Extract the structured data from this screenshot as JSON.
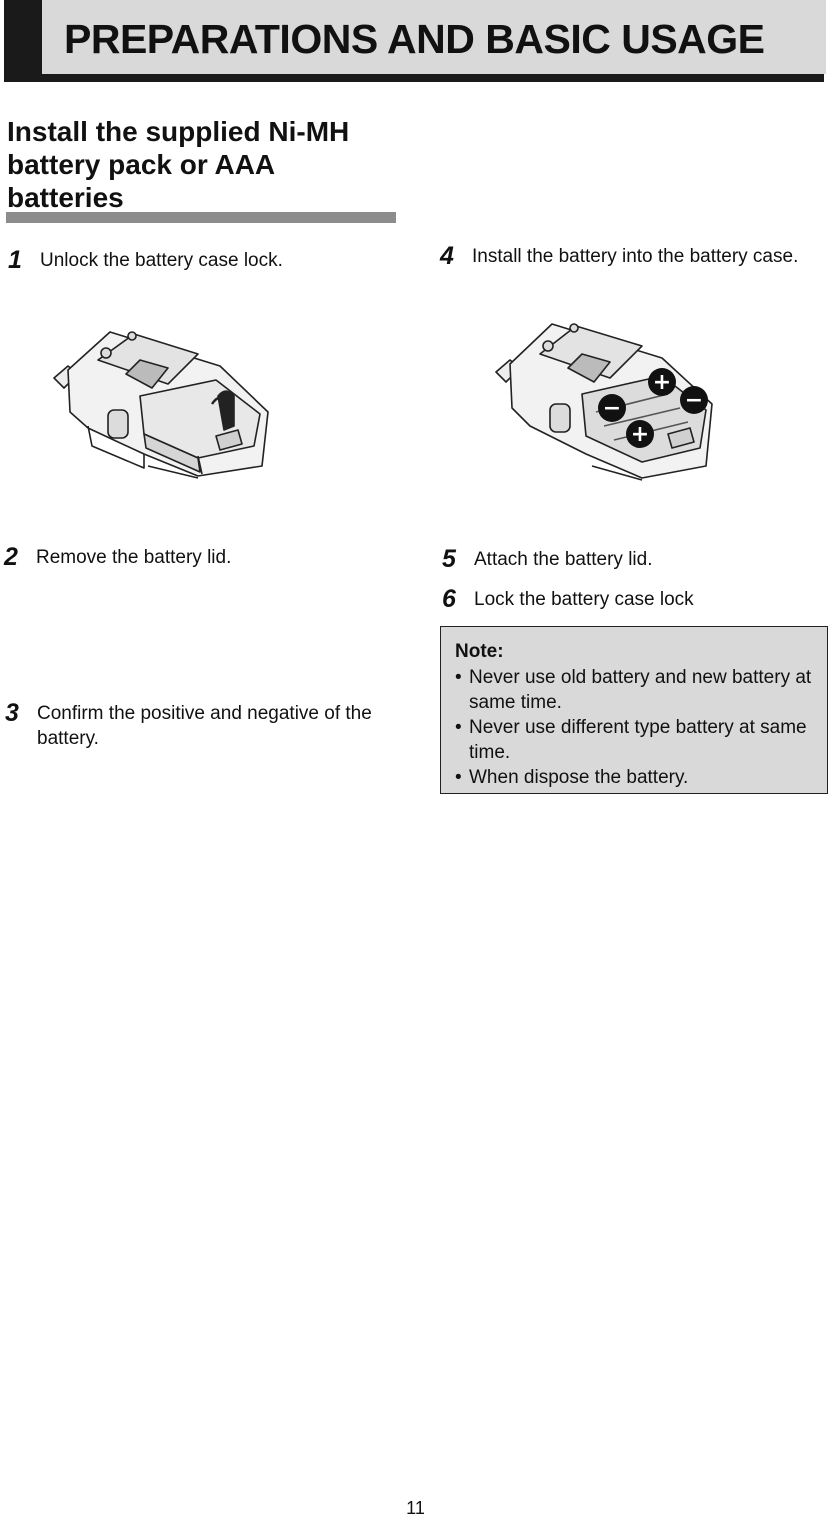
{
  "header": {
    "title": "PREPARATIONS AND BASIC USAGE"
  },
  "section": {
    "heading": "Install the supplied Ni-MH battery pack or AAA batteries"
  },
  "steps": [
    {
      "num": "1",
      "text": "Unlock the battery case lock."
    },
    {
      "num": "2",
      "text": "Remove the battery lid."
    },
    {
      "num": "3",
      "text": "Confirm the positive and negative of the battery."
    },
    {
      "num": "4",
      "text": "Install the battery into the battery case."
    },
    {
      "num": "5",
      "text": "Attach the battery lid."
    },
    {
      "num": "6",
      "text": "Lock the battery case lock"
    }
  ],
  "note": {
    "title": "Note:",
    "items": [
      "Never use old battery and new battery at same time.",
      "Never use different type battery at same time.",
      "When dispose the battery."
    ],
    "bullet": "•"
  },
  "page_number": "11",
  "colors": {
    "header_dark": "#1a1a1a",
    "header_light": "#d9d9d9",
    "rule": "#8c8c8c",
    "note_bg": "#d9d9d9"
  },
  "illustrations": {
    "step1": "radio-with-battery-lid-unlock-icon",
    "step4": "radio-with-batteries-installed-icon",
    "polarity_symbols": [
      "+",
      "−",
      "−",
      "+"
    ]
  }
}
